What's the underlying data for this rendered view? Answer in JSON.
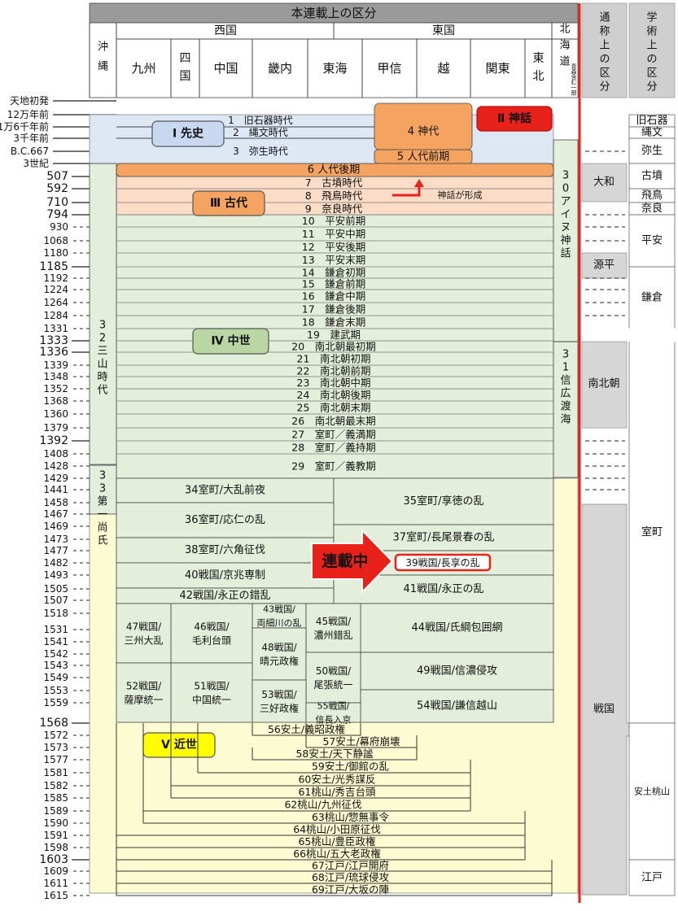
{
  "header": {
    "title": "本連載上の区分",
    "west": "西国",
    "east": "東国",
    "regions": [
      "沖縄",
      "九州",
      "四国",
      "中国",
      "畿内",
      "東海",
      "甲信",
      "越",
      "関東",
      "東北"
    ],
    "hokkaido": "北海道",
    "hokkaido_note": "青森含む一部",
    "common": "通称上の区分",
    "academic": "学術上の区分"
  },
  "timeline": [
    "天地初発",
    "12万年前",
    "1万6千年前",
    "3千年前",
    "B.C.667",
    "3世紀",
    "507",
    "592",
    "710",
    "794",
    "930",
    "1068",
    "1180",
    "1185",
    "1192",
    "1224",
    "1264",
    "1284",
    "1331",
    "1333",
    "1336",
    "1339",
    "1348",
    "1352",
    "1368",
    "1360",
    "1379",
    "1392",
    "1408",
    "1428",
    "1429",
    "1441",
    "1458",
    "1467",
    "1469",
    "1473",
    "1477",
    "1482",
    "1493",
    "1505",
    "1507",
    "1518",
    "1531",
    "1541",
    "1542",
    "1543",
    "1549",
    "1553",
    "1559",
    "1568",
    "1572",
    "1573",
    "1577",
    "1581",
    "1582",
    "1585",
    "1589",
    "1590",
    "1591",
    "1598",
    "1603",
    "1609",
    "1611",
    "1615"
  ],
  "eras": {
    "prehistory": "Ⅰ 先史",
    "myth": "Ⅱ 神話",
    "ancient": "Ⅲ 古代",
    "medieval": "Ⅳ 中世",
    "early_modern": "Ⅴ 近世"
  },
  "rows": [
    "1　旧石器時代",
    "2　縄文時代",
    "3　弥生時代",
    "4 神代",
    "5 人代前期",
    "6 人代後期",
    "7　古墳時代",
    "8　飛鳥時代",
    "9　奈良時代",
    "10　平安前期",
    "11　平安中期",
    "12　平安後期",
    "13　平安末期",
    "14　鎌倉初期",
    "15　鎌倉前期",
    "16　鎌倉中期",
    "17　鎌倉後期",
    "18　鎌倉末期",
    "19　建武期",
    "20　南北朝最初期",
    "21　南北朝初期",
    "22　南北朝前期",
    "23　南北朝中期",
    "24　南北朝後期",
    "25　南北朝末期",
    "26　南北朝最末期",
    "27　室町／義満期",
    "28　室町／義持期",
    "29　室町／義教期"
  ],
  "vertical_labels": {
    "okinawa_32": "32三山時代",
    "okinawa_33": "33第一尚氏",
    "ainu_30": "30アイヌ神話",
    "ainu_31": "31信広渡海"
  },
  "myth_note": "神話が形成",
  "serial_badge": "連載中",
  "late_blocks": [
    "34室町/大乱前夜",
    "35室町/享徳の乱",
    "36室町/応仁の乱",
    "37室町/長尾景春の乱",
    "38室町/六角征伐",
    "39戦国/長享の乱",
    "40戦国/京兆専制",
    "41戦国/永正の乱",
    "42戦国/永正の錯乱",
    "43戦国/両細川の乱",
    "44戦国/氏綱包囲網",
    "45戦国/濃州錯乱",
    "46戦国/毛利台頭",
    "47戦国/三州大乱",
    "48戦国/晴元政権",
    "49戦国/信濃侵攻",
    "50戦国/尾張統一",
    "51戦国/中国統一",
    "52戦国/薩摩統一",
    "53戦国/三好政権",
    "54戦国/謙信越山",
    "55戦国/信長入京"
  ],
  "modern_rows": [
    "56安土/義昭政権",
    "57安土/幕府崩壊",
    "58安土/天下静謐",
    "59安土/御館の乱",
    "60安土/光秀謀反",
    "61桃山/秀吉台頭",
    "62桃山/九州征伐",
    "63桃山/惣無事令",
    "64桃山/小田原征伐",
    "65桃山/豊臣政権",
    "66桃山/五大老政権",
    "67江戸/江戸開府",
    "68江戸/琉球侵攻",
    "69江戸/大坂の陣"
  ],
  "common_periods": [
    "大和",
    "源平",
    "南北朝",
    "戦国"
  ],
  "academic_periods": [
    "旧石器",
    "縄文",
    "弥生",
    "古墳",
    "飛鳥",
    "奈良",
    "平安",
    "鎌倉",
    "室町",
    "安土桃山",
    "江戸"
  ],
  "colors": {
    "myth_orange": "#f4a460",
    "red": "#e8221b",
    "prehistory_blue": "#dde8f4",
    "ancient_peach": "#fbdcc6",
    "medieval_green": "#e3eedb",
    "modern_yellow": "#fdfbd1"
  }
}
